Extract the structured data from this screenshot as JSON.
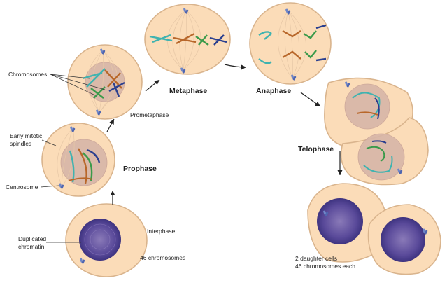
{
  "labels": {
    "chromosomes": "Chromosomes",
    "early_mitotic_line1": "Early mitotic",
    "early_mitotic_line2": "spindles",
    "centrosome": "Centrosome",
    "duplicated_line1": "Duplicated",
    "duplicated_line2": "chromatin",
    "prophase": "Prophase",
    "prometaphase": "Prometaphase",
    "metaphase": "Metaphase",
    "anaphase": "Anaphase",
    "telophase": "Telophase",
    "interphase": "Interphase",
    "chromosome_count": "46 chromosomes",
    "daughter_line1": "2 daughter cells",
    "daughter_line2": "46 chromosomes each"
  },
  "colors": {
    "cell_fill": "#fbdcb8",
    "cell_stroke": "#d9b48d",
    "nucleus": "#d7b6a8",
    "chromatin": "#5a4a9a",
    "chromosome_teal": "#3fb3b0",
    "chromosome_orange": "#b8672a",
    "chromosome_green": "#3a9a4a",
    "chromosome_navy": "#2a3f8f",
    "centrosome": "#6f86c8"
  }
}
